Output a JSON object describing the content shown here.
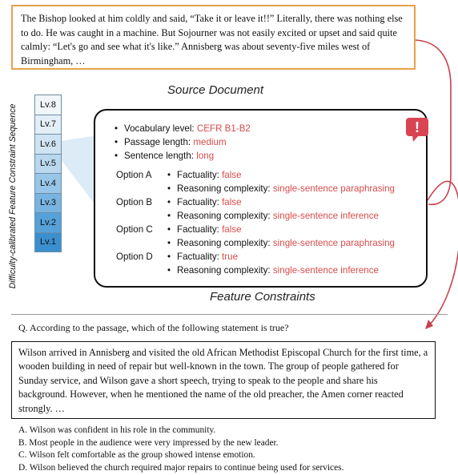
{
  "source_document": {
    "text": "The Bishop looked at him coldly and said, “Take it or leave it!!” Literally, there was nothing else to do. He was caught in a machine. But Sojourner was not easily excited or upset and said quite calmly: “Let's go and see what it's like.” Annisberg was about seventy-five miles west of Birmingham, …",
    "caption": "Source Document"
  },
  "sequence": {
    "axis_label": "Difficulty-calibrated Feature Constraint Sequence",
    "levels": [
      {
        "label": "Lv.8",
        "color": "#f1f6fb"
      },
      {
        "label": "Lv.7",
        "color": "#e3eef7"
      },
      {
        "label": "Lv.6",
        "color": "#cfe3f2"
      },
      {
        "label": "Lv.5",
        "color": "#b9d8ee"
      },
      {
        "label": "Lv.4",
        "color": "#98c6e8"
      },
      {
        "label": "Lv.3",
        "color": "#78b4e0"
      },
      {
        "label": "Lv.2",
        "color": "#56a1d8"
      },
      {
        "label": "Lv.1",
        "color": "#3b8fcf"
      }
    ]
  },
  "constraints": {
    "caption": "Feature Constraints",
    "global": [
      {
        "key": "Vocabulary level: ",
        "value": "CEFR B1-B2"
      },
      {
        "key": "Passage length: ",
        "value": "medium"
      },
      {
        "key": "Sentence length: ",
        "value": "long"
      }
    ],
    "options": [
      {
        "label": "Option A",
        "factuality_key": "Factuality: ",
        "factuality": "false",
        "reasoning_key": "Reasoning complexity: ",
        "reasoning": "single-sentence paraphrasing"
      },
      {
        "label": "Option B",
        "factuality_key": "Factuality: ",
        "factuality": "false",
        "reasoning_key": "Reasoning complexity: ",
        "reasoning": "single-sentence inference"
      },
      {
        "label": "Option C",
        "factuality_key": "Factuality: ",
        "factuality": "false",
        "reasoning_key": "Reasoning complexity: ",
        "reasoning": "single-sentence paraphrasing"
      },
      {
        "label": "Option D",
        "factuality_key": "Factuality: ",
        "factuality": "true",
        "reasoning_key": "Reasoning complexity: ",
        "reasoning": "single-sentence inference"
      }
    ],
    "alert_symbol": "!",
    "accent_color": "#d84b4b"
  },
  "question": {
    "text": "Q. According to the passage, which of the following statement is true?",
    "passage": "Wilson arrived in Annisberg and visited the old African Methodist Episcopal Church for the first time, a wooden building in need of repair but well-known in the town. The group of people gathered for Sunday service, and Wilson gave a short speech, trying to speak to the people and share his background. However, when he mentioned the name of the old preacher, the Amen corner reacted strongly. …",
    "options": [
      "A. Wilson was confident in his role in the community.",
      "B. Most people in the audience were very impressed by the new leader.",
      "C. Wilson felt comfortable as the group showed intense emotion.",
      "D. Wilson believed the church required major repairs to continue being used for services."
    ]
  }
}
